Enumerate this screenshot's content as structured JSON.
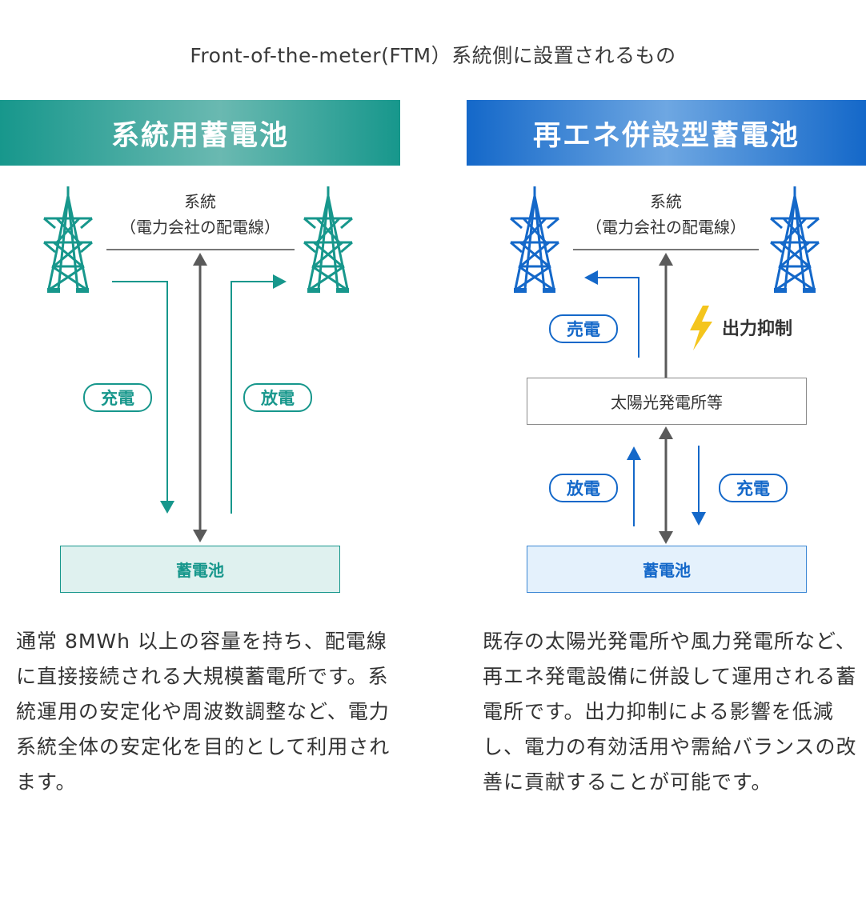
{
  "page_title": "Front-of-the-meter(FTM）系統側に設置されるもの",
  "left": {
    "banner": "系統用蓄電池",
    "grid_line1": "系統",
    "grid_line2": "（電力会社の配電線）",
    "charge": "充電",
    "discharge": "放電",
    "battery": "蓄電池",
    "description": "通常 8MWh 以上の容量を持ち、配電線に直接接続される大規模蓄電所です。系統運用の安定化や周波数調整など、電力系統全体の安定化を目的として利用されます。"
  },
  "right": {
    "banner": "再エネ併設型蓄電池",
    "grid_line1": "系統",
    "grid_line2": "（電力会社の配電線）",
    "sell": "売電",
    "curtailment": "出力抑制",
    "plant": "太陽光発電所等",
    "discharge": "放電",
    "charge": "充電",
    "battery": "蓄電池",
    "description": "既存の太陽光発電所や風力発電所など、再エネ発電設備に併設して運用される蓄電所です。出力抑制による影響を低減し、電力の有効活用や需給バランスの改善に貢献することが可能です。"
  },
  "colors": {
    "green": "#17978c",
    "blue": "#1468c9",
    "gray_arrow": "#5a5a5a",
    "lightning": "#f4c51d"
  },
  "icons": [
    "transmission-tower-icon",
    "lightning-icon"
  ]
}
